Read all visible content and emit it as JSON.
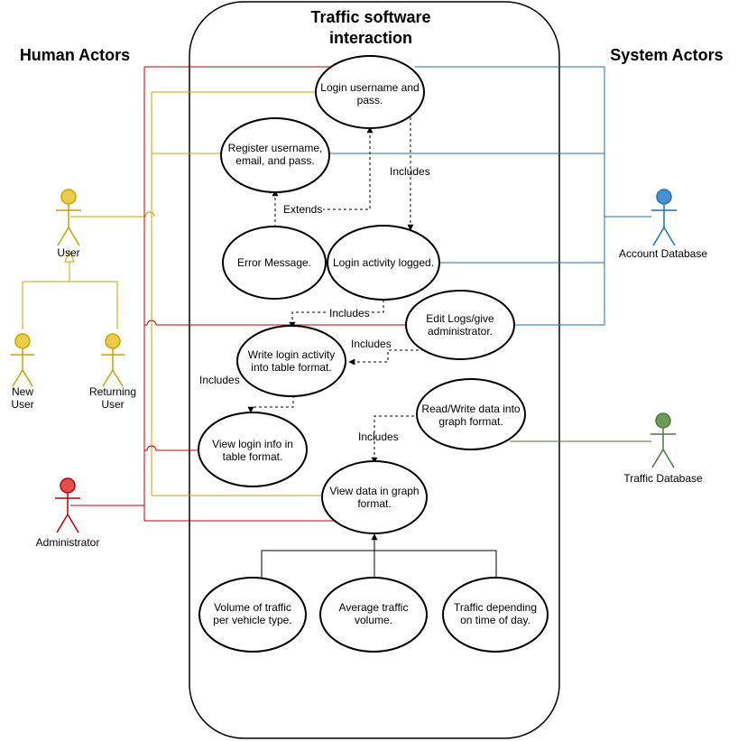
{
  "headers": {
    "human_actors": "Human Actors",
    "system_actors": "System Actors",
    "system_title_line1": "Traffic software",
    "system_title_line2": "interaction"
  },
  "actors": {
    "user": "User",
    "new_user_line1": "New",
    "new_user_line2": "User",
    "returning_user_line1": "Returning",
    "returning_user_line2": "User",
    "administrator": "Administrator",
    "account_database": "Account Database",
    "traffic_database": "Traffic Database"
  },
  "use_cases": {
    "login": [
      "Login username and",
      "pass."
    ],
    "register": [
      "Register username,",
      "email, and pass."
    ],
    "error": [
      "Error Message."
    ],
    "login_logged": [
      "Login activity logged."
    ],
    "edit_logs": [
      "Edit Logs/give",
      "administrator."
    ],
    "write_table": [
      "Write login activity",
      "into table format."
    ],
    "view_table": [
      "View login info in",
      "table format."
    ],
    "read_write_graph": [
      "Read/Write data into",
      "graph format."
    ],
    "view_graph": [
      "View data in graph",
      "format."
    ],
    "volume_vehicle": [
      "Volume of traffic",
      "per vehicle type."
    ],
    "average_volume": [
      "Average traffic",
      "volume."
    ],
    "time_of_day": [
      "Traffic depending",
      "on time of day."
    ]
  },
  "relations": {
    "includes": "Includes",
    "extends": "Extends"
  },
  "colors": {
    "user_line": "#c8a400",
    "admin_line": "#c00000",
    "account_db_line": "#1f6fb2",
    "traffic_db_line": "#4a7a3a"
  }
}
